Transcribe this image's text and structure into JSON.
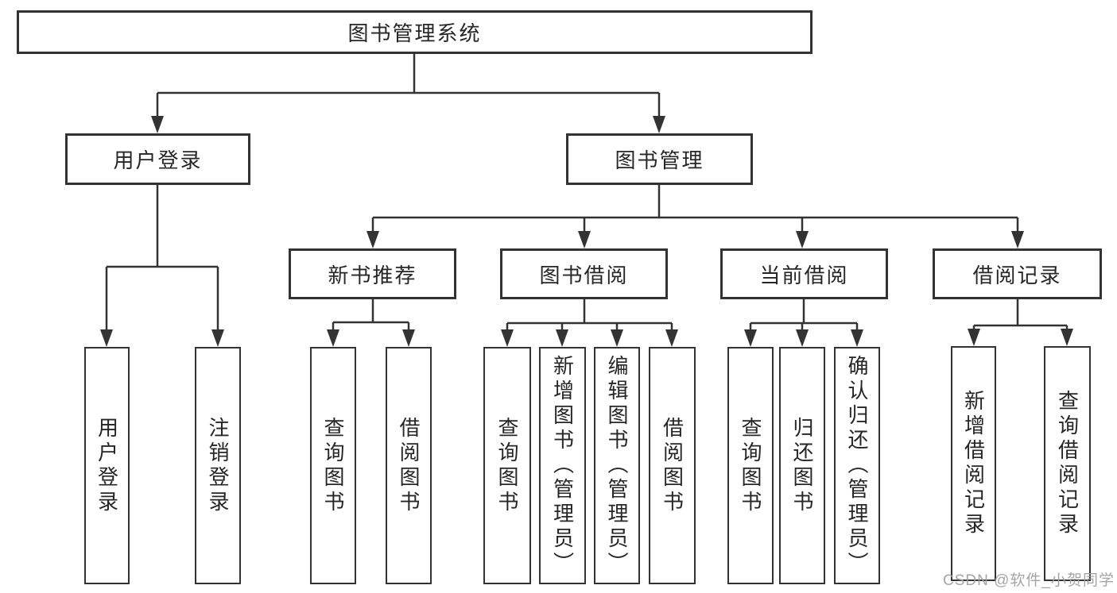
{
  "diagram": {
    "root": {
      "label": "图书管理系统"
    },
    "branches": [
      {
        "label": "用户登录",
        "leaves": [
          "用户登录",
          "注销登录"
        ],
        "children": []
      },
      {
        "label": "图书管理",
        "leaves": [],
        "children": [
          {
            "label": "新书推荐",
            "leaves": [
              "查询图书",
              "借阅图书"
            ]
          },
          {
            "label": "图书借阅",
            "leaves": [
              "查询图书",
              "新增图书（管理员）",
              "编辑图书（管理员）",
              "借阅图书"
            ]
          },
          {
            "label": "当前借阅",
            "leaves": [
              "查询图书",
              "归还图书",
              "确认归还（管理员）"
            ]
          },
          {
            "label": "借阅记录",
            "leaves": [
              "新增借阅记录",
              "查询借阅记录"
            ]
          }
        ]
      }
    ]
  },
  "watermark": {
    "text": "CSDN @软件_小贺同学"
  },
  "colors": {
    "line": "#333333",
    "text": "#262626",
    "watermark": "#a0a0a0",
    "background": "#ffffff"
  }
}
